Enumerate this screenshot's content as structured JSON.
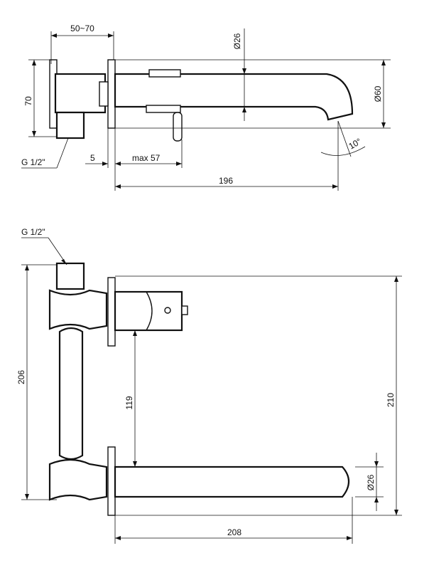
{
  "dims": {
    "d1": "50~70",
    "d2": "70",
    "d3": "Ø26",
    "d4": "Ø60",
    "d5": "G 1/2\"",
    "d6": "5",
    "d7": "max 57",
    "d8": "10°",
    "d9": "196",
    "d10": "G 1/2\"",
    "d11": "206",
    "d12": "119",
    "d13": "210",
    "d14": "Ø26",
    "d15": "208"
  }
}
